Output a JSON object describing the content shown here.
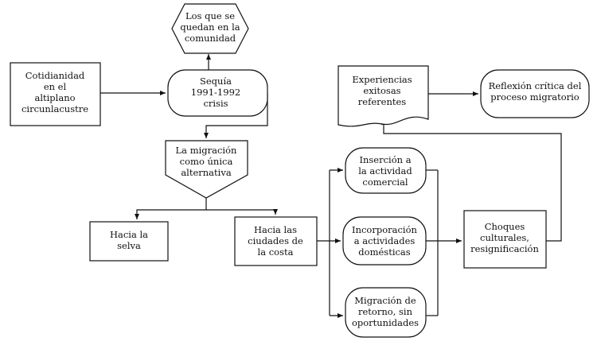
{
  "nodes": {
    "cotidianidad": [
      "Cotidianidad",
      "en el",
      "altiplano",
      "circunlacustre"
    ],
    "los_que_se_quedan": [
      "Los que se",
      "quedan en la",
      "comunidad"
    ],
    "sequia": [
      "Sequía",
      "1991-1992",
      "crisis"
    ],
    "migracion": [
      "La migración",
      "como única",
      "alternativa"
    ],
    "selva": [
      "Hacia la",
      "selva"
    ],
    "ciudades": [
      "Hacia las",
      "ciudades de",
      "la costa"
    ],
    "insercion": [
      "Inserción a",
      "la actividad",
      "comercial"
    ],
    "incorporacion": [
      "Incorporación",
      "a actividades",
      "domésticas"
    ],
    "retorno": [
      "Migración de",
      "retorno, sin",
      "oportunidades"
    ],
    "choques": [
      "Choques",
      "culturales,",
      "resignificación"
    ],
    "experiencias": [
      "Experiencias",
      "exitosas",
      "referentes"
    ],
    "reflexion": [
      "Reflexión crítica del",
      "proceso migratorio"
    ]
  }
}
